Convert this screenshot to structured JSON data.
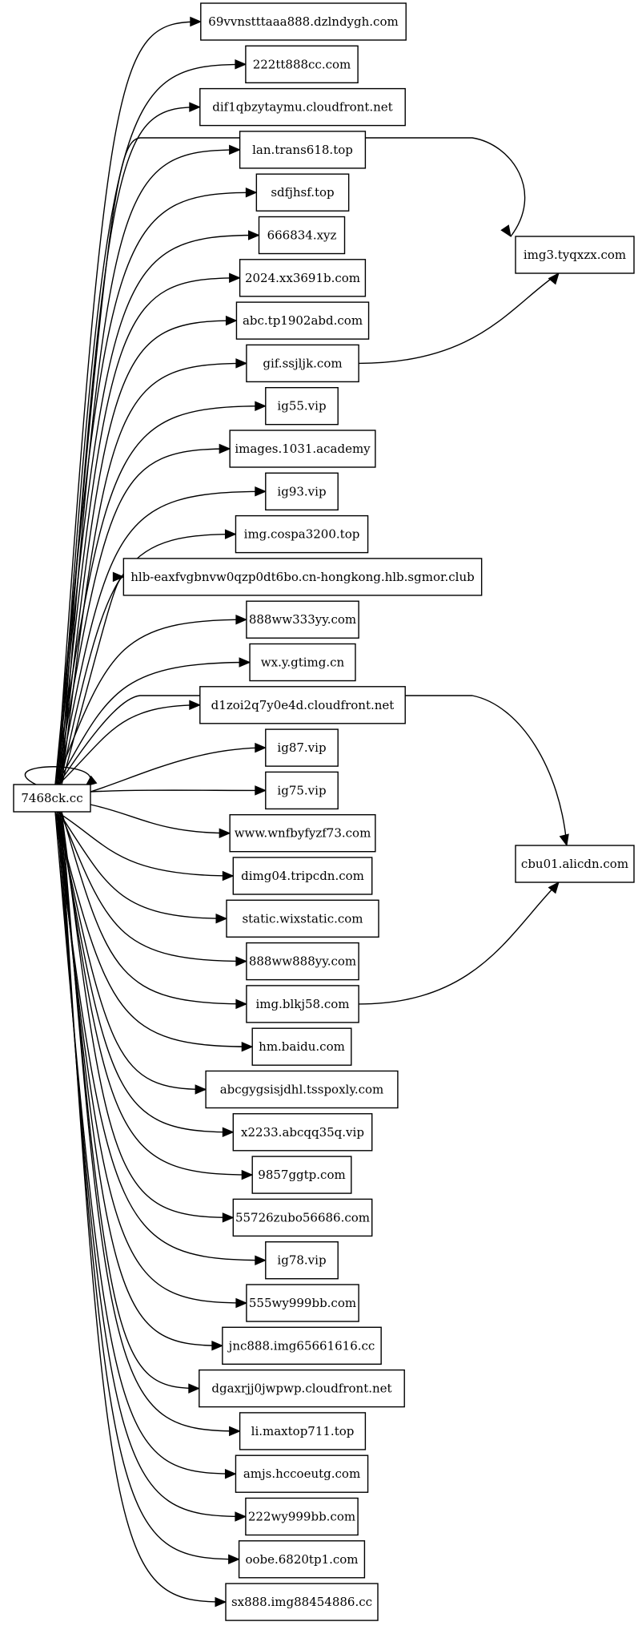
{
  "graph": {
    "source": {
      "id": "src",
      "label": "7468ck.cc"
    },
    "targets": [
      {
        "id": "t1",
        "label": "69vvnstttaaa888.dzlndygh.com"
      },
      {
        "id": "t2",
        "label": "222tt888cc.com"
      },
      {
        "id": "t3",
        "label": "dif1qbzytaymu.cloudfront.net"
      },
      {
        "id": "t4",
        "label": "lan.trans618.top"
      },
      {
        "id": "t5",
        "label": "sdfjhsf.top"
      },
      {
        "id": "t6",
        "label": "666834.xyz"
      },
      {
        "id": "t7",
        "label": "2024.xx3691b.com"
      },
      {
        "id": "t8",
        "label": "abc.tp1902abd.com"
      },
      {
        "id": "t9",
        "label": "gif.ssjljk.com"
      },
      {
        "id": "t10",
        "label": "ig55.vip"
      },
      {
        "id": "t11",
        "label": "images.1031.academy"
      },
      {
        "id": "t12",
        "label": "ig93.vip"
      },
      {
        "id": "t13",
        "label": "img.cospa3200.top"
      },
      {
        "id": "t14",
        "label": "hlb-eaxfvgbnvw0qzp0dt6bo.cn-hongkong.hlb.sgmor.club"
      },
      {
        "id": "t15",
        "label": "888ww333yy.com"
      },
      {
        "id": "t16",
        "label": "wx.y.gtimg.cn"
      },
      {
        "id": "t17",
        "label": "d1zoi2q7y0e4d.cloudfront.net"
      },
      {
        "id": "t18",
        "label": "ig87.vip"
      },
      {
        "id": "t19",
        "label": "ig75.vip"
      },
      {
        "id": "t20",
        "label": "www.wnfbyfyzf73.com"
      },
      {
        "id": "t21",
        "label": "dimg04.tripcdn.com"
      },
      {
        "id": "t22",
        "label": "static.wixstatic.com"
      },
      {
        "id": "t23",
        "label": "888ww888yy.com"
      },
      {
        "id": "t24",
        "label": "img.blkj58.com"
      },
      {
        "id": "t25",
        "label": "hm.baidu.com"
      },
      {
        "id": "t26",
        "label": "abcgygsisjdhl.tsspoxly.com"
      },
      {
        "id": "t27",
        "label": "x2233.abcqq35q.vip"
      },
      {
        "id": "t28",
        "label": "9857ggtp.com"
      },
      {
        "id": "t29",
        "label": "55726zubo56686.com"
      },
      {
        "id": "t30",
        "label": "ig78.vip"
      },
      {
        "id": "t31",
        "label": "555wy999bb.com"
      },
      {
        "id": "t32",
        "label": "jnc888.img65661616.cc"
      },
      {
        "id": "t33",
        "label": "dgaxrjj0jwpwp.cloudfront.net"
      },
      {
        "id": "t34",
        "label": "li.maxtop711.top"
      },
      {
        "id": "t35",
        "label": "amjs.hccoeutg.com"
      },
      {
        "id": "t36",
        "label": "222wy999bb.com"
      },
      {
        "id": "t37",
        "label": "oobe.6820tp1.com"
      },
      {
        "id": "t38",
        "label": "sx888.img88454886.cc"
      }
    ],
    "hubs": [
      {
        "id": "h1",
        "label": "img3.tyqxzx.com"
      },
      {
        "id": "h2",
        "label": "cbu01.alicdn.com"
      }
    ],
    "edges": [
      {
        "from": "src",
        "to": "src"
      },
      {
        "from": "src",
        "to": "t1"
      },
      {
        "from": "src",
        "to": "t2"
      },
      {
        "from": "src",
        "to": "t3"
      },
      {
        "from": "src",
        "to": "t4"
      },
      {
        "from": "src",
        "to": "t5"
      },
      {
        "from": "src",
        "to": "t6"
      },
      {
        "from": "src",
        "to": "t7"
      },
      {
        "from": "src",
        "to": "t8"
      },
      {
        "from": "src",
        "to": "t9"
      },
      {
        "from": "src",
        "to": "t10"
      },
      {
        "from": "src",
        "to": "t11"
      },
      {
        "from": "src",
        "to": "t12"
      },
      {
        "from": "src",
        "to": "t13"
      },
      {
        "from": "src",
        "to": "t14"
      },
      {
        "from": "src",
        "to": "t15"
      },
      {
        "from": "src",
        "to": "t16"
      },
      {
        "from": "src",
        "to": "t17"
      },
      {
        "from": "src",
        "to": "t18"
      },
      {
        "from": "src",
        "to": "t19"
      },
      {
        "from": "src",
        "to": "t20"
      },
      {
        "from": "src",
        "to": "t21"
      },
      {
        "from": "src",
        "to": "t22"
      },
      {
        "from": "src",
        "to": "t23"
      },
      {
        "from": "src",
        "to": "t24"
      },
      {
        "from": "src",
        "to": "t25"
      },
      {
        "from": "src",
        "to": "t26"
      },
      {
        "from": "src",
        "to": "t27"
      },
      {
        "from": "src",
        "to": "t28"
      },
      {
        "from": "src",
        "to": "t29"
      },
      {
        "from": "src",
        "to": "t30"
      },
      {
        "from": "src",
        "to": "t31"
      },
      {
        "from": "src",
        "to": "t32"
      },
      {
        "from": "src",
        "to": "t33"
      },
      {
        "from": "src",
        "to": "t34"
      },
      {
        "from": "src",
        "to": "t35"
      },
      {
        "from": "src",
        "to": "t36"
      },
      {
        "from": "src",
        "to": "t37"
      },
      {
        "from": "src",
        "to": "t38"
      },
      {
        "from": "src",
        "to": "h1"
      },
      {
        "from": "t9",
        "to": "h1"
      },
      {
        "from": "src",
        "to": "h2"
      },
      {
        "from": "t24",
        "to": "h2"
      }
    ]
  }
}
